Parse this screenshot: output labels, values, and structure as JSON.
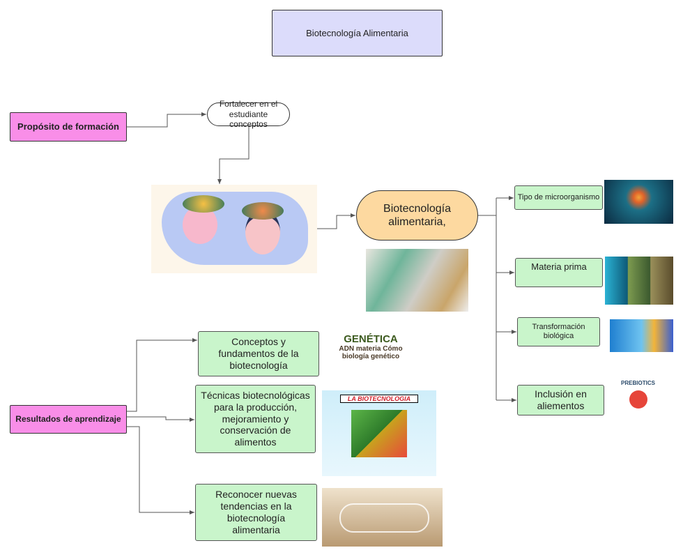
{
  "title": "Biotecnología Alimentaria",
  "purpose": {
    "label": "Propósito de formación",
    "goal": "Fortalecer en el estudiante conceptos"
  },
  "center": {
    "label": "Biotecnología alimentaria,"
  },
  "branches": [
    {
      "label": "Tipo de microorganismo"
    },
    {
      "label": "Materia prima"
    },
    {
      "label": "Transformación biológica"
    },
    {
      "label": "Inclusión en aliementos"
    }
  ],
  "results": {
    "label": "Resultados de aprendizaje",
    "items": [
      {
        "label": "Conceptos y fundamentos de la biotecnología"
      },
      {
        "label": "Técnicas biotecnológicas para la producción, mejoramiento y conservación de alimentos"
      },
      {
        "label": "Reconocer nuevas tendencias en la biotecnología alimentaria"
      }
    ]
  },
  "image_text": {
    "genetics": "GENÉTICA",
    "genetics_words": "ADN materia Cómo biología genético",
    "biotec_banner": "LA BIOTECNOLOGIA",
    "prebiotics": "PREBIOTICS"
  },
  "colors": {
    "title_fill": "#dcdcfb",
    "pink": "#f98ee8",
    "green": "#c9f5cb",
    "oval": "#fdd9a0"
  }
}
